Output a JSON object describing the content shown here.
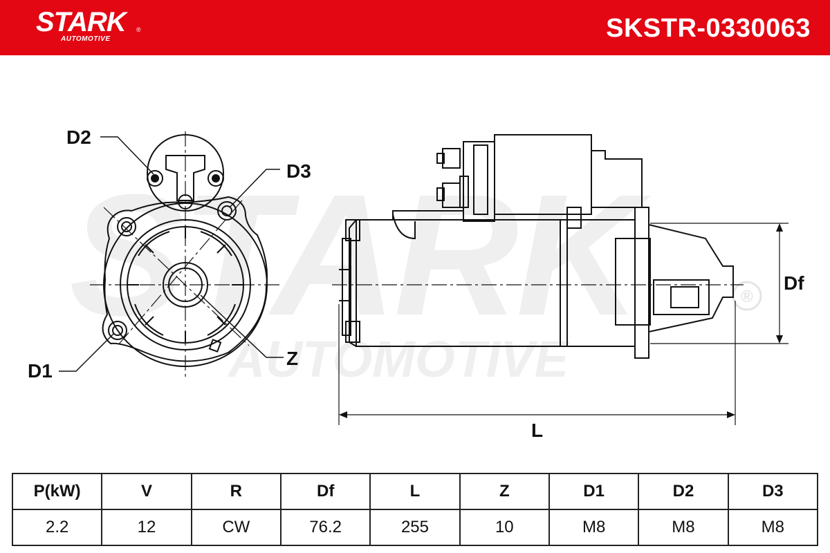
{
  "header": {
    "brand": "STARK",
    "brand_sub": "AUTOMOTIVE",
    "registered_mark": "®",
    "part_number": "SKSTR-0330063",
    "background_color": "#e30613"
  },
  "drawing": {
    "watermark": {
      "main": "STARK",
      "sub": "AUTOMOTIVE",
      "mark": "®"
    },
    "labels": {
      "d1": "D1",
      "d2": "D2",
      "d3": "D3",
      "z": "Z",
      "df": "Df",
      "l": "L"
    }
  },
  "specs": {
    "headers": [
      "P(kW)",
      "V",
      "R",
      "Df",
      "L",
      "Z",
      "D1",
      "D2",
      "D3"
    ],
    "values": [
      "2.2",
      "12",
      "CW",
      "76.2",
      "255",
      "10",
      "M8",
      "M8",
      "M8"
    ]
  }
}
